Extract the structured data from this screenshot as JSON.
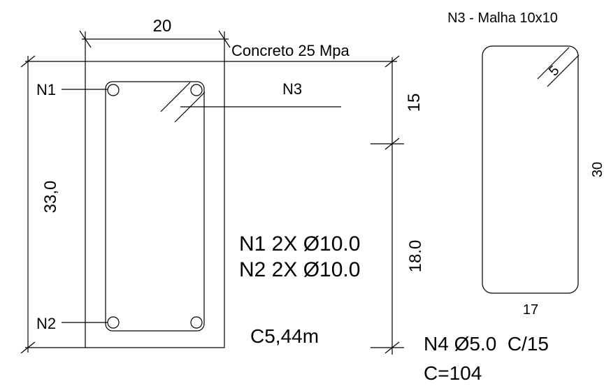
{
  "labels": {
    "section_width": "20",
    "concrete": "Concreto 25 Mpa",
    "stirrup_title": "N3 - Malha 10x10",
    "height_total": "33,0",
    "n1": "N1",
    "n2": "N2",
    "n3": "N3",
    "dim_15": "15",
    "dim_18": "18.0",
    "bar_n1": "N1 2X Ø10.0",
    "bar_n2": "N2 2X Ø10.0",
    "length": "C5,44m",
    "stirrup_hook": "5",
    "stirrup_height": "30",
    "stirrup_width": "17",
    "n4": "N4 Ø5.0  C/15",
    "n4_length": "C=104"
  },
  "colors": {
    "line": "#000000",
    "background": "#ffffff"
  }
}
